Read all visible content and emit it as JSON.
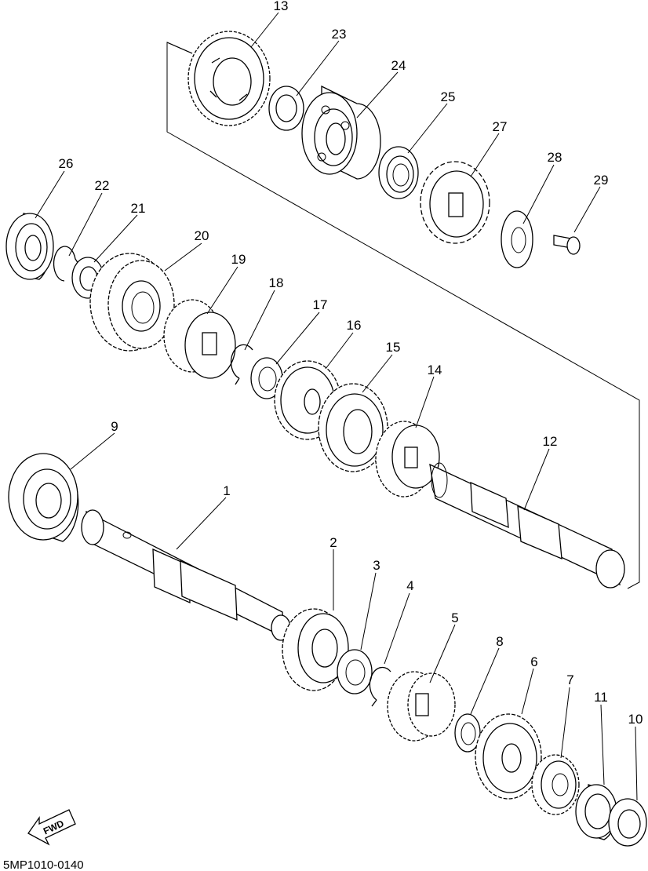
{
  "diagram_code": "5MP1010-0140",
  "fwd_label": "FWD",
  "callouts": [
    {
      "id": "1",
      "label": "1"
    },
    {
      "id": "2",
      "label": "2"
    },
    {
      "id": "3",
      "label": "3"
    },
    {
      "id": "4",
      "label": "4"
    },
    {
      "id": "5",
      "label": "5"
    },
    {
      "id": "6",
      "label": "6"
    },
    {
      "id": "7",
      "label": "7"
    },
    {
      "id": "8",
      "label": "8"
    },
    {
      "id": "9",
      "label": "9"
    },
    {
      "id": "10",
      "label": "10"
    },
    {
      "id": "11",
      "label": "11"
    },
    {
      "id": "12",
      "label": "12"
    },
    {
      "id": "13",
      "label": "13"
    },
    {
      "id": "14",
      "label": "14"
    },
    {
      "id": "15",
      "label": "15"
    },
    {
      "id": "16",
      "label": "16"
    },
    {
      "id": "17",
      "label": "17"
    },
    {
      "id": "18",
      "label": "18"
    },
    {
      "id": "19",
      "label": "19"
    },
    {
      "id": "20",
      "label": "20"
    },
    {
      "id": "21",
      "label": "21"
    },
    {
      "id": "22",
      "label": "22"
    },
    {
      "id": "23",
      "label": "23"
    },
    {
      "id": "24",
      "label": "24"
    },
    {
      "id": "25",
      "label": "25"
    },
    {
      "id": "26",
      "label": "26"
    },
    {
      "id": "27",
      "label": "27"
    },
    {
      "id": "28",
      "label": "28"
    },
    {
      "id": "29",
      "label": "29"
    }
  ]
}
